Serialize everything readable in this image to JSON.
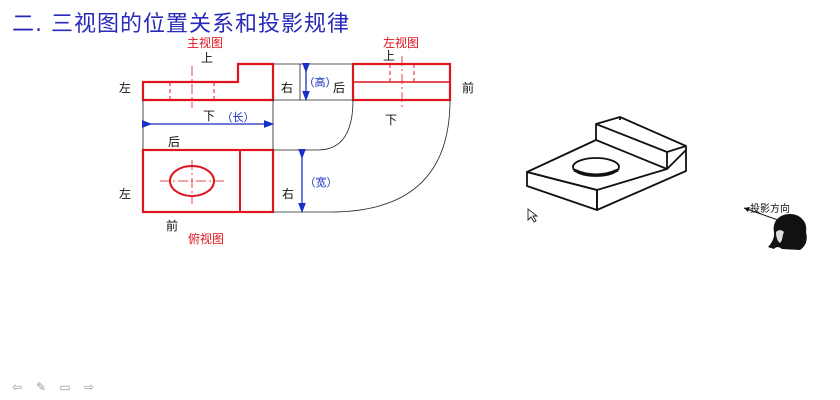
{
  "slide": {
    "title": "二. 三视图的位置关系和投影规律"
  },
  "views": {
    "front_title": "主视图",
    "side_title": "左视图",
    "top_title": "俯视图"
  },
  "front_view": {
    "top": "上",
    "left": "左",
    "right": "右",
    "bottom": "下",
    "length": "（长）"
  },
  "side_view": {
    "top": "上",
    "back": "后",
    "front": "前",
    "bottom": "下",
    "height": "（高）"
  },
  "top_view": {
    "back": "后",
    "left": "左",
    "right": "右",
    "front": "前",
    "width": "（宽）"
  },
  "projection": {
    "direction": "投影方向"
  },
  "colors": {
    "title": "#2a2ab8",
    "outline": "#e0141e",
    "dimension": "#1a2fc8",
    "label_red": "#e0141e",
    "text": "#111111"
  },
  "nav": {
    "prev": "⇦",
    "pen": "✎",
    "menu": "▭",
    "next": "⇨"
  }
}
